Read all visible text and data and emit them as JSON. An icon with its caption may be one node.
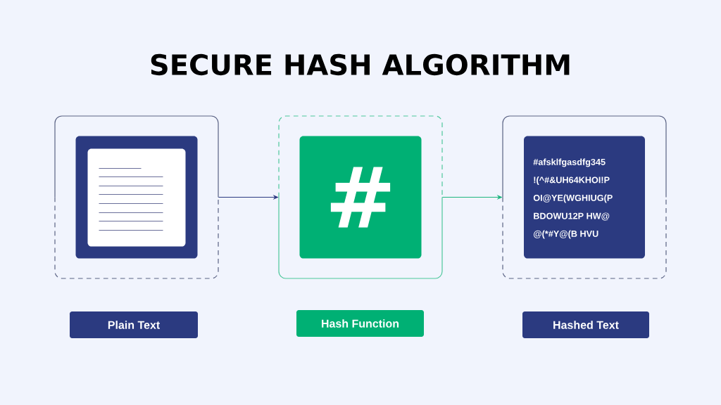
{
  "diagram": {
    "title": "SECURE HASH ALGORITHM",
    "nodes": [
      {
        "text": [],
        "shape": "box"
      },
      {
        "text": [],
        "shape": "picture",
        "in": 0
      },
      {
        "text": [],
        "shape": "box"
      },
      {
        "text": [
          "#"
        ],
        "in": 2
      },
      {
        "text": [],
        "shape": "box"
      },
      {
        "text": [
          "#afsklfgasdfg345",
          "!(^#&UH64KHOI!P",
          "OI@YE(WGHIUG(P",
          "BDOWU12P HW@",
          "@(*#Y@(B HVU"
        ],
        "in": 4
      },
      {
        "text": [
          "Plain Text"
        ]
      },
      {
        "text": [
          "Hash Function"
        ]
      },
      {
        "text": [
          "Hashed Text"
        ]
      }
    ],
    "edges": [
      {
        "from": 0,
        "to": 2,
        "arrow": "to"
      },
      {
        "from": 2,
        "to": 4,
        "arrow": "to",
        "color": "#1fb57f"
      }
    ]
  }
}
